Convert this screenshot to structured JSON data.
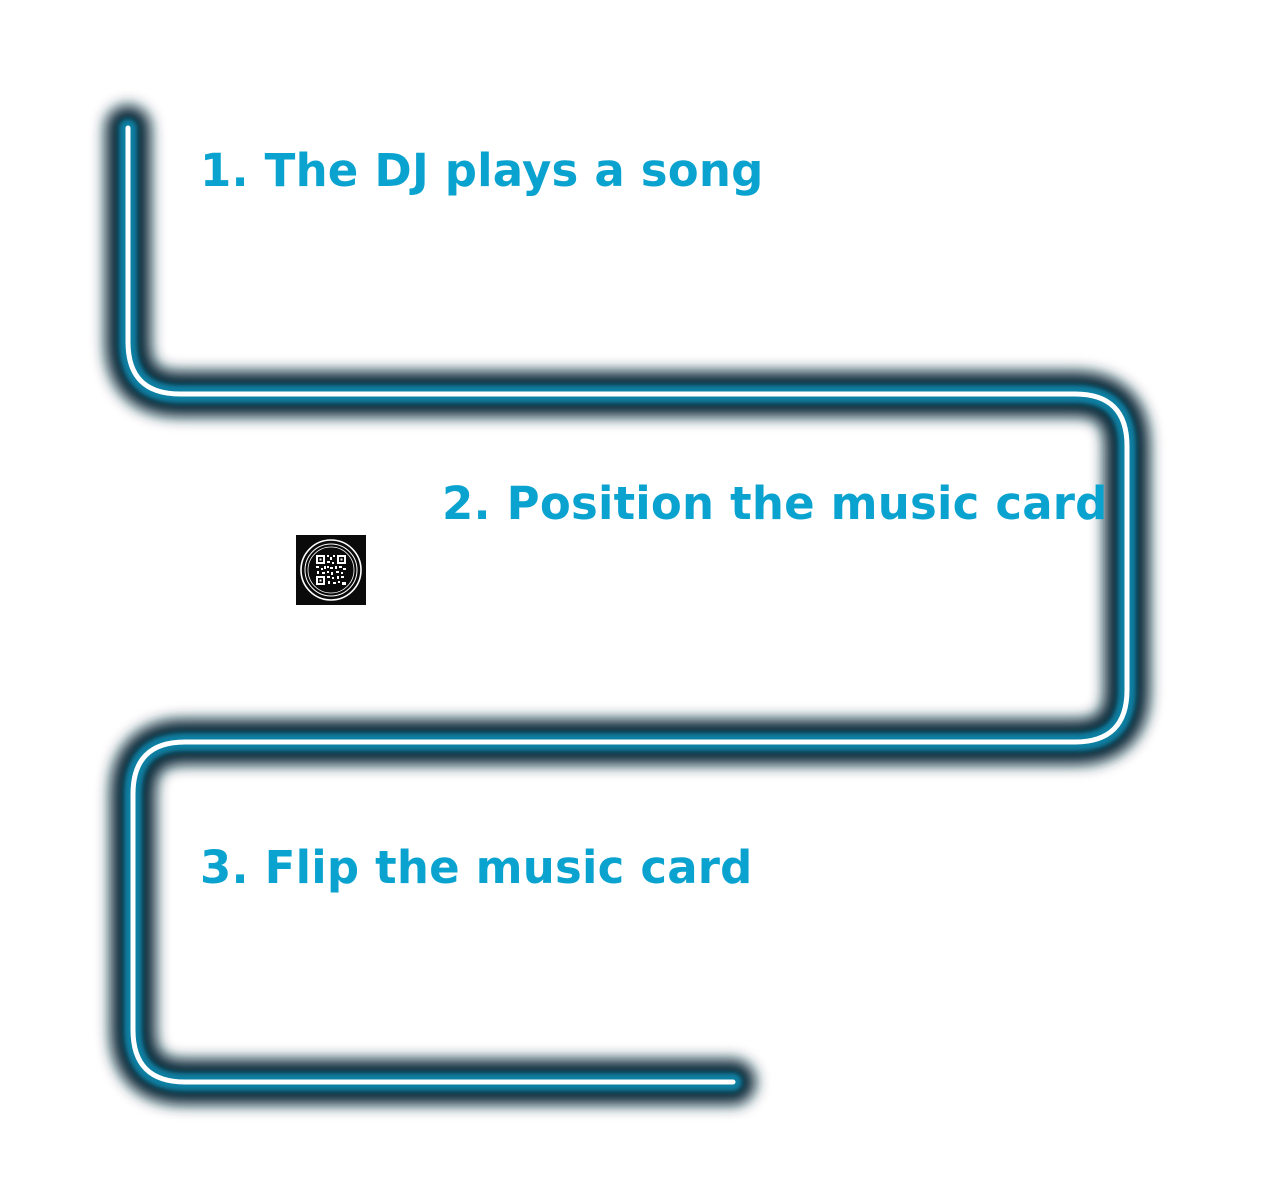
{
  "steps": [
    {
      "label": "1. The DJ plays a song"
    },
    {
      "label": "2. Position the music card"
    },
    {
      "label": "3. Flip the music card"
    }
  ],
  "colors": {
    "label_text": "#0aa3cf",
    "tube_glow": "#0b2f3d",
    "tube_mid": "#0f7fa2",
    "tube_core": "#ffffff",
    "card_background": "#0a0a0a"
  },
  "icons": {
    "music_card": "qr-code-disc-icon"
  }
}
